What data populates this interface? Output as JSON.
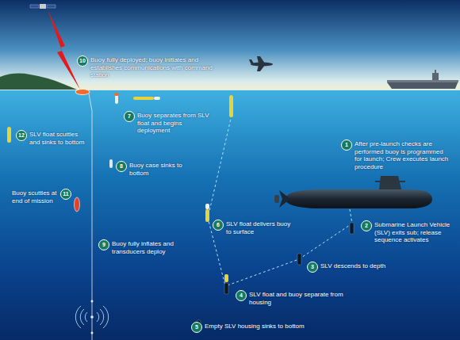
{
  "diagram": {
    "nodes": [
      {
        "text": [
          "1",
          "After pre-launch checks are performed buoy is programmed for launch; Crew executes launch procedure"
        ]
      },
      {
        "text": [
          "2",
          "Submarine Launch Vehicle (SLV) exits sub; release sequence activates"
        ]
      },
      {
        "text": [
          "3",
          "SLV descends to depth"
        ]
      },
      {
        "text": [
          "4",
          "SLV float and buoy separate from housing"
        ]
      },
      {
        "text": [
          "5",
          "Empty SLV housing sinks to bottom"
        ]
      },
      {
        "text": [
          "6",
          "SLV float delivers buoy to surface"
        ]
      },
      {
        "text": [
          "7",
          "Buoy separates from SLV float and begins deployment"
        ]
      },
      {
        "text": [
          "8",
          "Buoy case sinks to bottom"
        ]
      },
      {
        "text": [
          "9",
          "Buoy fully inflates and transducers deploy"
        ]
      },
      {
        "text": [
          "10",
          "Buoy fully deployed; buoy initiates and establishes communications with command station"
        ]
      },
      {
        "text": [
          "11",
          "Buoy scuttles at end of mission"
        ]
      },
      {
        "text": [
          "12",
          "SLV float scuttles and sinks to bottom"
        ]
      }
    ]
  }
}
